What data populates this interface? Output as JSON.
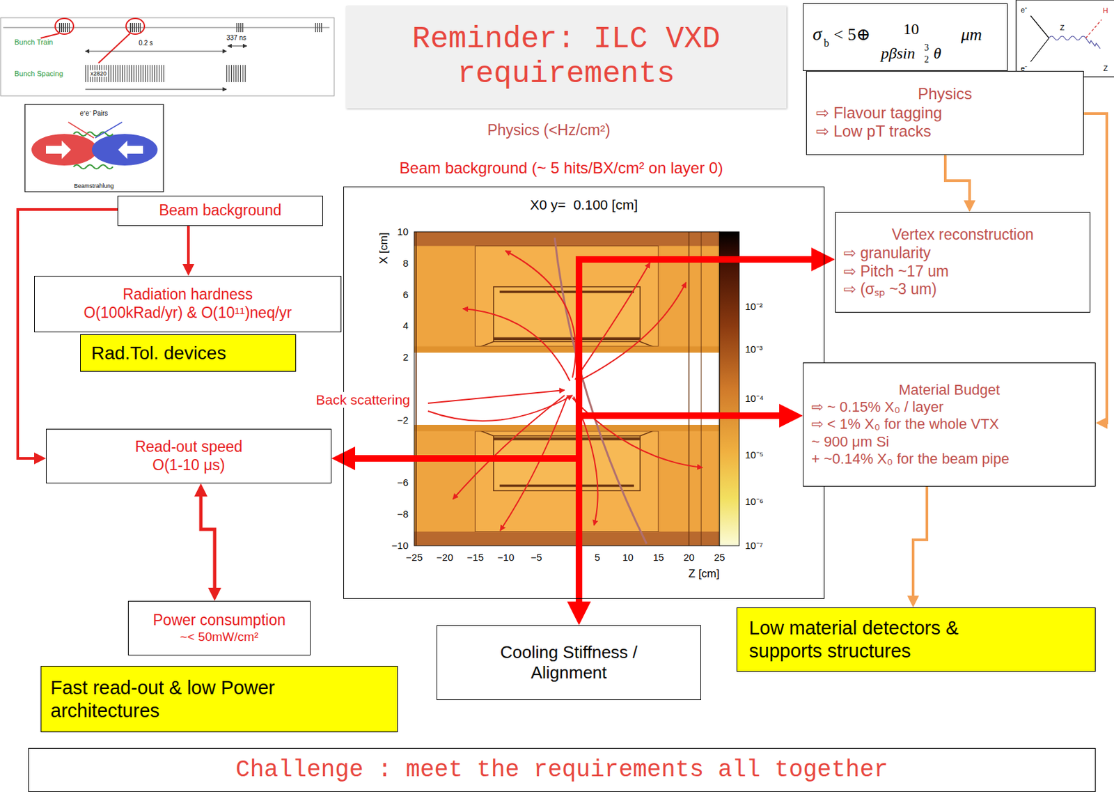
{
  "diagram": {
    "title": "Reminder: ILC VXD requirements",
    "nodes": [
      {
        "text": [
          "σ",
          "b",
          "< 5⊕",
          "10",
          "pβsin",
          "3",
          "2",
          "θ",
          "μm"
        ]
      },
      {
        "text": [
          "Physics",
          "⇨ Flavour tagging",
          "⇨ Low pT tracks"
        ]
      },
      {
        "text": [
          "Beam background"
        ]
      },
      {
        "text": [
          "X0 y=  0.100 [cm]"
        ]
      },
      {
        "text": [
          "Vertex reconstruction",
          "⇨ granularity",
          "⇨ Pitch ~17 um",
          "⇨ (σₛₚ ~3 um)"
        ]
      },
      {
        "text": [
          "Radiation hardness",
          "O(100kRad/yr) & O(10¹¹)neq/yr"
        ]
      },
      {
        "text": [
          "Rad.Tol. devices"
        ]
      },
      {
        "text": [
          "Material Budget",
          "⇨ ~ 0.15% X₀ / layer",
          "⇨ < 1% X₀ for the whole VTX",
          "~ 900 μm Si",
          "+ ~0.14% X₀ for the beam pipe"
        ]
      },
      {
        "text": [
          "Read-out speed",
          "O(1-10 μs)"
        ]
      },
      {
        "text": [
          "Power consumption",
          "~< 50mW/cm²"
        ]
      },
      {
        "text": [
          "Cooling Stiffness / Alignment"
        ]
      },
      {
        "text": [
          "Low material detectors & supports structures"
        ]
      },
      {
        "text": [
          "Fast read-out & low Power architectures"
        ]
      },
      {
        "text": [
          "Challenge : meet the requirements all together"
        ]
      }
    ],
    "edges": [
      {
        "from": 2,
        "to": 5,
        "arrow": "to"
      },
      {
        "from": 2,
        "to": 8,
        "arrow": "to"
      },
      {
        "from": 8,
        "to": 9,
        "arrow": "both"
      },
      {
        "from": 1,
        "to": 4,
        "arrow": "to"
      },
      {
        "from": 1,
        "to": 7,
        "arrow": "to"
      },
      {
        "from": 7,
        "to": 11,
        "arrow": "to"
      },
      {
        "from": 3,
        "to": 4,
        "arrow": "to"
      },
      {
        "from": 3,
        "to": 7,
        "arrow": "to"
      },
      {
        "from": 3,
        "to": 8,
        "arrow": "to"
      },
      {
        "from": 3,
        "to": 10,
        "arrow": "to"
      }
    ],
    "labels": [
      "Bunch Train",
      "Bunch Spacing",
      "0.2 s",
      "337 ns",
      "x2820",
      "e⁺e⁻ Pairs",
      "Beamstrahlung",
      "e⁺",
      "e⁻",
      "Z",
      "H",
      "Z",
      "Physics (<Hz/cm²)",
      "Beam background (~ 5 hits/BX/cm² on layer 0)",
      "Back scattering",
      "X [cm]",
      "Z [cm]",
      "10",
      "8",
      "6",
      "4",
      "2",
      "−2",
      "−6",
      "−8",
      "−10",
      "−25",
      "−20",
      "−15",
      "−10",
      "−5",
      "5",
      "10",
      "15",
      "20",
      "25",
      "10⁻²",
      "10⁻³",
      "10⁻⁴",
      "10⁻⁵",
      "10⁻⁶",
      "10⁻⁷"
    ]
  }
}
